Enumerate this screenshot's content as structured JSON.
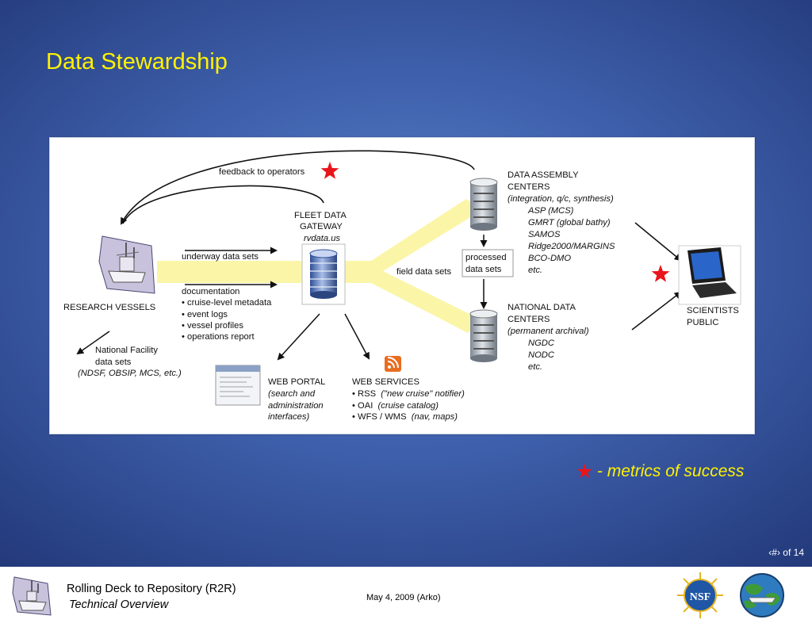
{
  "slide": {
    "title": "Data Stewardship"
  },
  "diagram": {
    "feedback_label": "feedback to operators",
    "fleet_gateway": {
      "line1": "FLEET DATA",
      "line2": "GATEWAY",
      "url": "rvdata.us"
    },
    "underway_label": "underway data sets",
    "documentation": {
      "heading": "documentation",
      "items": [
        "• cruise-level metadata",
        "• event logs",
        "• vessel profiles",
        "• operations report"
      ]
    },
    "research_vessels_label": "RESEARCH VESSELS",
    "national_facility": {
      "line1": "National Facility",
      "line2": "data sets",
      "note": "(NDSF, OBSIP, MCS, etc.)"
    },
    "field_data_label": "field data sets",
    "processed_label": {
      "line1": "processed",
      "line2": "data sets"
    },
    "data_assembly": {
      "line1": "DATA ASSEMBLY",
      "line2": "CENTERS",
      "note": "(integration, q/c, synthesis)",
      "items": [
        "ASP (MCS)",
        "GMRT (global bathy)",
        "SAMOS",
        "Ridge2000/MARGINS",
        "BCO-DMO",
        "etc."
      ]
    },
    "national_data": {
      "line1": "NATIONAL DATA",
      "line2": "CENTERS",
      "note": "(permanent archival)",
      "items": [
        "NGDC",
        "NODC",
        "etc."
      ]
    },
    "scientists": {
      "line1": "SCIENTISTS",
      "line2": "PUBLIC"
    },
    "web_portal": {
      "heading": "WEB PORTAL",
      "lines": [
        "(search and",
        "administration",
        "interfaces)"
      ]
    },
    "web_services": {
      "heading": "WEB SERVICES",
      "items": [
        [
          "• RSS",
          "(\"new cruise\" notifier)"
        ],
        [
          "• OAI",
          "(cruise catalog)"
        ],
        [
          "• WFS / WMS",
          "(nav, maps)"
        ]
      ]
    }
  },
  "legend": {
    "text": "- metrics of success"
  },
  "page_number": "‹#› of 14",
  "footer": {
    "title": "Rolling Deck to Repository (R2R)",
    "subtitle": "Technical Overview",
    "date": "May 4, 2009 (Arko)"
  },
  "colors": {
    "title": "#fff200",
    "star": "#e8151b",
    "flow_band": "#fbf5a8"
  }
}
